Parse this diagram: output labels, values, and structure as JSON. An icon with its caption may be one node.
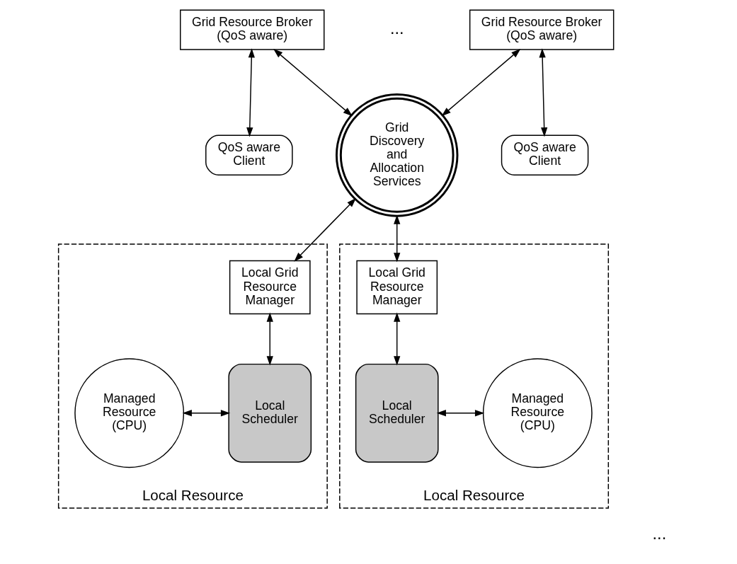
{
  "diagram": {
    "nodes": [
      {
        "text": [
          "Grid Resource Broker (QoS aware)"
        ]
      },
      {
        "text": [
          "QoS aware Client"
        ]
      },
      {
        "text": [
          "Grid Resource Broker (QoS aware)"
        ]
      },
      {
        "text": [
          "QoS aware Client"
        ]
      },
      {
        "text": [
          "Grid Discovery and Allocation Services"
        ]
      },
      {
        "text": [
          "Local Resource"
        ]
      },
      {
        "text": [
          "Local Grid Resource Manager"
        ],
        "in": 5
      },
      {
        "text": [
          "Managed Resource (CPU)"
        ],
        "in": 5
      },
      {
        "text": [
          "Local Scheduler"
        ],
        "in": 5
      },
      {
        "text": [
          "Local Resource"
        ]
      },
      {
        "text": [
          "Local Grid Resource Manager"
        ],
        "in": 9
      },
      {
        "text": [
          "Local Scheduler"
        ],
        "in": 9
      },
      {
        "text": [
          "Managed Resource (CPU)"
        ],
        "in": 9
      }
    ],
    "edges": [
      {
        "from": 0,
        "to": 1,
        "arrow": "both"
      },
      {
        "from": 0,
        "to": 4,
        "arrow": "both"
      },
      {
        "from": 2,
        "to": 4,
        "arrow": "both"
      },
      {
        "from": 2,
        "to": 3,
        "arrow": "both"
      },
      {
        "from": 4,
        "to": 6,
        "arrow": "both"
      },
      {
        "from": 4,
        "to": 10,
        "arrow": "both"
      },
      {
        "from": 6,
        "to": 8,
        "arrow": "both"
      },
      {
        "from": 7,
        "to": 8,
        "arrow": "both"
      },
      {
        "from": 10,
        "to": 11,
        "arrow": "both"
      },
      {
        "from": 11,
        "to": 12,
        "arrow": "both"
      }
    ],
    "labels": [
      "...",
      "..."
    ]
  }
}
